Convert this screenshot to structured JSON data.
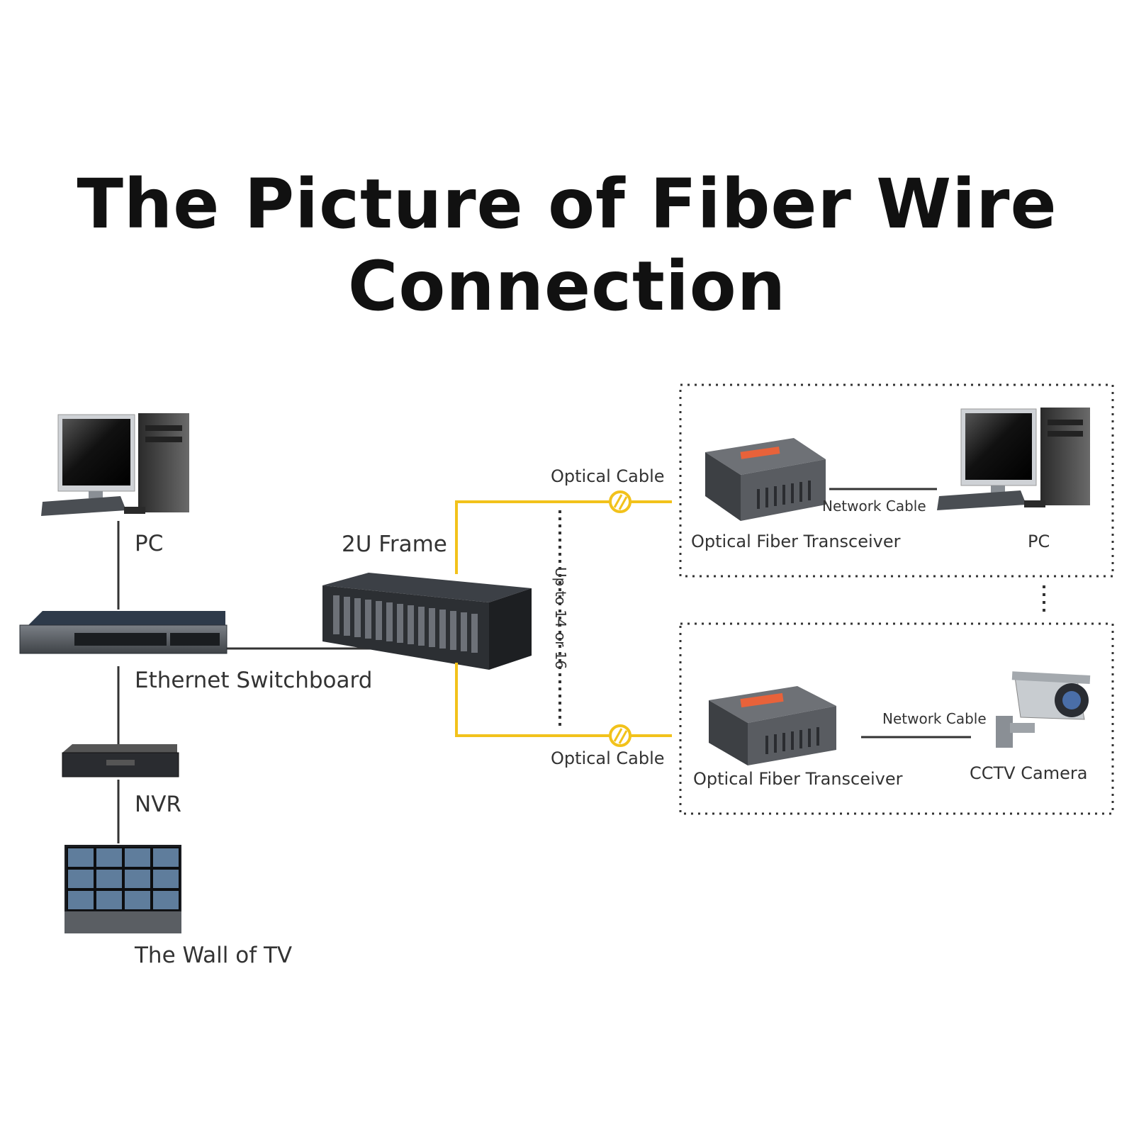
{
  "title": {
    "line1": "The Picture of Fiber Wire",
    "line2": "Connection"
  },
  "left_column": {
    "pc": "PC",
    "switch": "Ethernet Switchboard",
    "nvr": "NVR",
    "tv_wall": "The Wall of TV"
  },
  "center": {
    "frame": "2U Frame",
    "optical_top": "Optical Cable",
    "optical_bottom": "Optical Cable",
    "range": "Up to 14 or 16"
  },
  "right_top": {
    "transceiver": "Optical Fiber Transceiver",
    "network": "Network Cable",
    "pc": "PC"
  },
  "right_bottom": {
    "transceiver": "Optical Fiber Transceiver",
    "network": "Network Cable",
    "camera": "CCTV Camera"
  },
  "colors": {
    "optical": "#f2c21b",
    "wire": "#333333",
    "device": "#3a3d42"
  }
}
